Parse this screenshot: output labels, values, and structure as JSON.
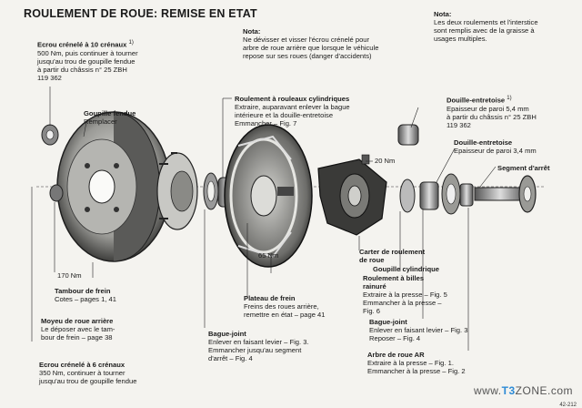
{
  "title": "ROULEMENT DE ROUE: REMISE EN ETAT",
  "note_top_right": {
    "head": "Nota:",
    "lines": [
      "Les deux roulements et l'interstice",
      "sont remplis avec de la graisse à",
      "usages multiples."
    ]
  },
  "note_center": {
    "head": "Nota:",
    "lines": [
      "Ne dévisser et visser l'écrou crénelé pour",
      "arbre de roue arrière que lorsque le véhicule",
      "repose sur ses roues (danger d'accidents)"
    ]
  },
  "ecrou_top": {
    "head": "Ecrou crénelé à 10 crénaux",
    "sup": "1)",
    "lines": [
      "500 Nm, puis continuer à tourner",
      "jusqu'au trou de goupille fendue",
      "à partir du châssis n° 25 ZBH",
      "119 362"
    ]
  },
  "goupille": {
    "head": "Goupille fendue",
    "lines": [
      "Remplacer"
    ]
  },
  "roulement_rouleaux": {
    "head": "Roulement à rouleaux cylindriques",
    "lines": [
      "Extraire, auparavant enlever la bague",
      "intérieure et la douille-entretoise",
      "Emmancher – Fig. 7"
    ]
  },
  "douille1": {
    "head": "Douille-entretoise",
    "sup": "1)",
    "lines": [
      "Epaisseur de paroi 5,4 mm",
      "à partir du châssis n° 25 ZBH",
      "119 362"
    ]
  },
  "douille2": {
    "head": "Douille-entretoise",
    "lines": [
      "Epaisseur de paroi 3,4 mm"
    ]
  },
  "segment": {
    "head": "Segment d'arrêt"
  },
  "nm20": "20 Nm",
  "nm170": "170 Nm",
  "nm65": "65 Nm",
  "carter": {
    "lines": [
      "Carter de roulement",
      "de roue"
    ]
  },
  "goupille_cyl": "Goupille cylindrique",
  "roulement_billes": {
    "lines_bold": [
      "Roulement à billes",
      "rainuré"
    ],
    "lines": [
      "Extraire à la presse – Fig. 5",
      "Emmancher à la presse –",
      "Fig. 6"
    ]
  },
  "tambour": {
    "head": "Tambour de frein",
    "lines": [
      "Cotes – pages 1, 41"
    ]
  },
  "plateau": {
    "head": "Plateau de frein",
    "lines": [
      "Freins des roues arrière,",
      "remettre en état – page 41"
    ]
  },
  "moyeu": {
    "head": "Moyeu de roue arrière",
    "lines": [
      "Le déposer avec le tam-",
      "bour de frein – page 38"
    ]
  },
  "bague_joint1": {
    "head": "Bague-joint",
    "lines": [
      "Enlever en faisant levier – Fig. 3.",
      "Emmancher jusqu'au segment",
      "d'arrêt – Fig. 4"
    ]
  },
  "bague_joint2": {
    "head": "Bague-joint",
    "lines": [
      "Enlever en faisant levier – Fig. 3",
      "Reposer – Fig. 4"
    ]
  },
  "arbre": {
    "head": "Arbre de roue AR",
    "lines": [
      "Extraire à la presse – Fig. 1.",
      "Emmancher à la presse – Fig. 2"
    ]
  },
  "ecrou_bottom": {
    "head": "Ecrou crénelé à 6 crénaux",
    "lines": [
      "350 Nm, continuer à tourner",
      "jusqu'au trou de goupille fendue"
    ]
  },
  "watermark": {
    "a": "www.",
    "b": "T3",
    "c": "ZONE.com"
  },
  "page_no": "42-212"
}
